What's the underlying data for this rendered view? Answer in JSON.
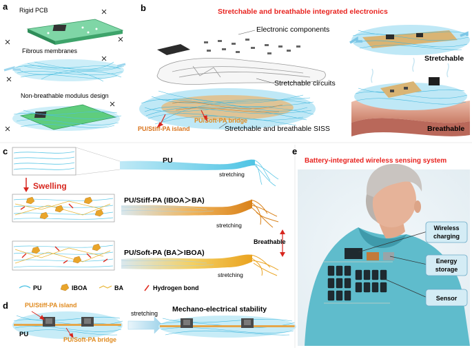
{
  "panels": {
    "a": {
      "letter": "a",
      "labels": [
        "Rigid PCB",
        "Fibrous membranes",
        "Non-breathable modulus design"
      ]
    },
    "b": {
      "letter": "b",
      "title": "Stretchable and breathable integrated electronics",
      "electronic_components": "Electronic components",
      "stretchable_circuits": "Stretchable circuits",
      "siss": "Stretchable and breathable SISS",
      "bridge": "PU/Soft-PA bridge",
      "island": "PU/Stiff-PA island",
      "stretchable": "Stretchable",
      "breathable": "Breathable"
    },
    "c": {
      "letter": "c",
      "swelling": "Swelling",
      "rows": [
        {
          "label": "PU",
          "stretching": "stretching"
        },
        {
          "label": "PU/Stiff-PA (IBOA＞BA)",
          "stretching": "stretching"
        },
        {
          "label": "PU/Soft-PA (BA＞IBOA)",
          "stretching": "stretching"
        }
      ],
      "breathable": "Breathable",
      "legend": [
        "PU",
        "IBOA",
        "BA",
        "Hydrogen bond"
      ]
    },
    "d": {
      "letter": "d",
      "island": "PU/Stiff-PA island",
      "pu": "PU",
      "bridge": "PU/Soft-PA bridge",
      "stretching": "stretching",
      "title": "Mechano-electrical stability"
    },
    "e": {
      "letter": "e",
      "title": "Battery-integrated wireless sensing system",
      "callouts": [
        "Wireless charging",
        "Energy storage",
        "Sensor"
      ],
      "callout_lines": {
        "wireless": [
          "Wireless",
          "charging"
        ],
        "energy": [
          "Energy",
          "storage"
        ],
        "sensor": [
          "Sensor"
        ]
      }
    }
  },
  "colors": {
    "title_red": "#e8231f",
    "fiber_blue": "#5cc7e6",
    "stiff_orange": "#e08a1e",
    "soft_gold": "#f0b42a",
    "pcb_green": "#55c47a",
    "callout_fill": "#d4ecf5",
    "callout_stroke": "#6aa9c6"
  }
}
